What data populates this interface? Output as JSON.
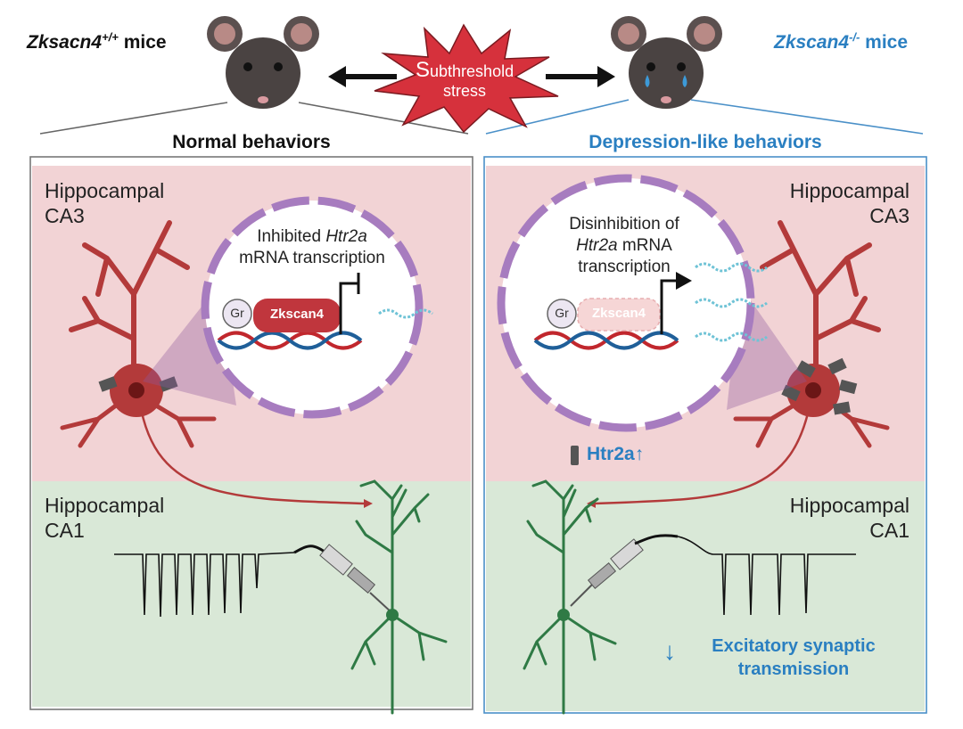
{
  "titles": {
    "left_gene": "Zksacn4",
    "left_sup": "+/+",
    "left_suffix": " mice",
    "right_gene": "Zkscan4",
    "right_sup": "-/-",
    "right_suffix": " mice"
  },
  "stress": {
    "line1_big": "S",
    "line1_rest": "ubthreshold",
    "line2": "stress"
  },
  "left_panel": {
    "heading": "Normal behaviors",
    "ca3_line1": "Hippocampal",
    "ca3_line2": "CA3",
    "ca1_line1": "Hippocampal",
    "ca1_line2": "CA1",
    "circle_line1_pre": "Inhibited ",
    "circle_line1_gene": "Htr2a",
    "circle_line2": "mRNA transcription",
    "gr": "Gr",
    "protein": "Zkscan4"
  },
  "right_panel": {
    "heading": "Depression-like behaviors",
    "ca3_line1": "Hippocampal",
    "ca3_line2": "CA3",
    "ca1_line1": "Hippocampal",
    "ca1_line2": "CA1",
    "circle_line1": "Disinhibition of",
    "circle_line2_gene": "Htr2a",
    "circle_line2_rest": " mRNA",
    "circle_line3": "transcription",
    "gr": "Gr",
    "protein": "Zkscan4",
    "receptor_label": "Htr2a",
    "receptor_arrow": "↑",
    "down_arrow": "↓",
    "transmission_line1": "Excitatory  synaptic",
    "transmission_line2": "transmission"
  },
  "colors": {
    "ca3_bg": "#f2d3d5",
    "ca1_bg": "#d9e8d7",
    "neuron_red": "#b33a3a",
    "neuron_green": "#2f7a45",
    "membrane": "#a77cbf",
    "accent_blue": "#2a7fc1",
    "star": "#d6313c"
  }
}
